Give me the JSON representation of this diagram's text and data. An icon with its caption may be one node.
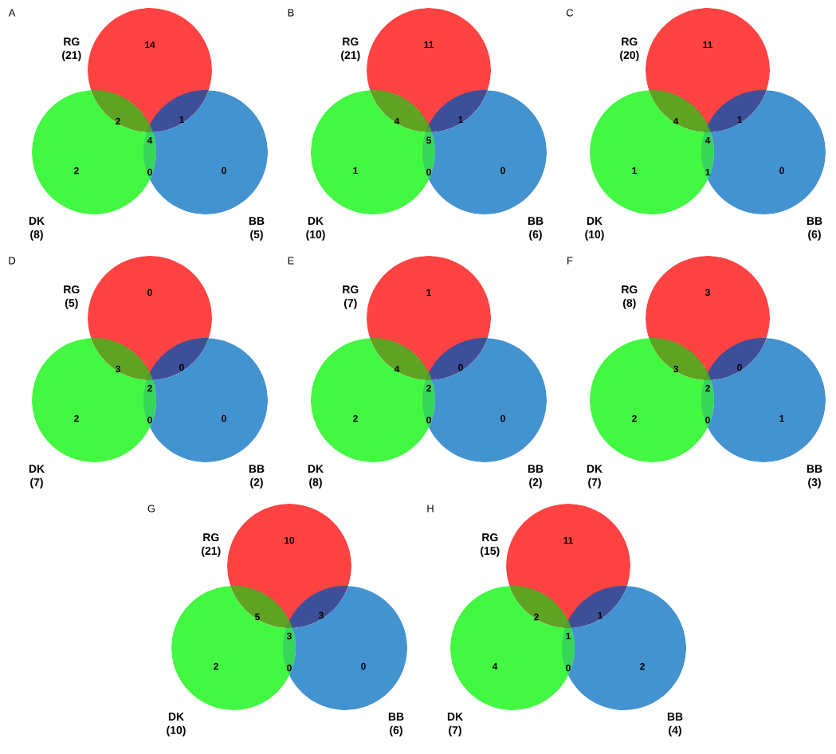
{
  "diagram": {
    "nodes": [
      {
        "text": [],
        "shape": "circle",
        "beside": [
          "RG (21)"
        ]
      },
      {
        "text": [],
        "shape": "circle",
        "beside": [
          "DK (8)"
        ]
      },
      {
        "text": [],
        "shape": "circle",
        "beside": [
          "BB (5)"
        ]
      },
      {
        "text": [],
        "shape": "circle",
        "beside": [
          "RG (21)"
        ]
      },
      {
        "text": [],
        "shape": "circle",
        "beside": [
          "DK (10)"
        ]
      },
      {
        "text": [],
        "shape": "circle",
        "beside": [
          "BB (6)"
        ]
      },
      {
        "text": [],
        "shape": "circle",
        "beside": [
          "RG (20)"
        ]
      },
      {
        "text": [],
        "shape": "circle",
        "beside": [
          "DK (10)"
        ]
      },
      {
        "text": [],
        "shape": "circle",
        "beside": [
          "BB (6)"
        ]
      },
      {
        "text": [],
        "shape": "circle",
        "beside": [
          "RG (5)"
        ]
      },
      {
        "text": [],
        "shape": "circle",
        "beside": [
          "DK (7)"
        ]
      },
      {
        "text": [],
        "shape": "circle",
        "beside": [
          "BB (2)"
        ]
      },
      {
        "text": [],
        "shape": "circle",
        "beside": [
          "RG (7)"
        ]
      },
      {
        "text": [],
        "shape": "circle",
        "beside": [
          "DK (8)"
        ]
      },
      {
        "text": [],
        "shape": "circle",
        "beside": [
          "BB (2)"
        ]
      },
      {
        "text": [],
        "shape": "circle",
        "beside": [
          "RG (8)"
        ]
      },
      {
        "text": [],
        "shape": "circle",
        "beside": [
          "DK (7)"
        ]
      },
      {
        "text": [],
        "shape": "circle",
        "beside": [
          "BB (3)"
        ]
      },
      {
        "text": [],
        "shape": "circle",
        "beside": [
          "RG (21)"
        ]
      },
      {
        "text": [],
        "shape": "circle",
        "beside": [
          "DK (10)"
        ]
      },
      {
        "text": [],
        "shape": "circle",
        "beside": [
          "BB (6)"
        ]
      },
      {
        "text": [],
        "shape": "circle",
        "beside": [
          "RG (15)"
        ]
      },
      {
        "text": [],
        "shape": "circle",
        "beside": [
          "DK (7)"
        ]
      },
      {
        "text": [],
        "shape": "circle",
        "beside": [
          "BB (4)"
        ]
      }
    ],
    "labels": [
      "A",
      "14",
      "2",
      "1",
      "4",
      "2",
      "0",
      "0",
      "B",
      "11",
      "4",
      "1",
      "5",
      "1",
      "0",
      "0",
      "C",
      "11",
      "4",
      "1",
      "4",
      "1",
      "1",
      "0",
      "D",
      "0",
      "3",
      "0",
      "2",
      "2",
      "0",
      "0",
      "E",
      "1",
      "4",
      "0",
      "2",
      "2",
      "0",
      "0",
      "F",
      "3",
      "3",
      "0",
      "2",
      "2",
      "0",
      "1",
      "G",
      "10",
      "5",
      "3",
      "3",
      "2",
      "0",
      "0",
      "H",
      "11",
      "2",
      "1",
      "1",
      "4",
      "0",
      "2"
    ]
  }
}
